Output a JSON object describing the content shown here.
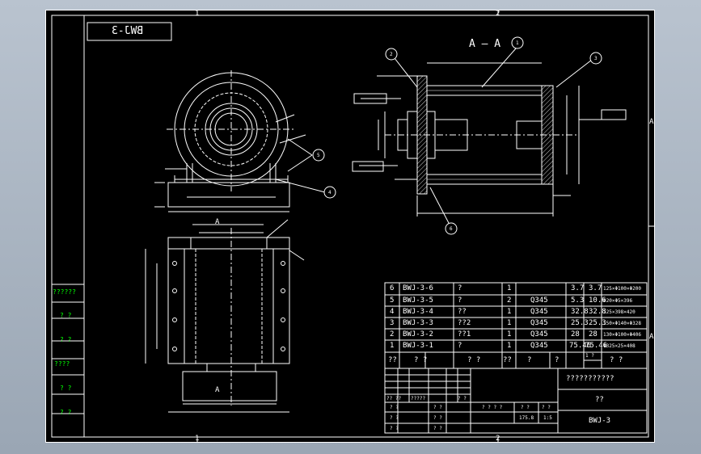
{
  "drawing": {
    "title_box_mirrored": "BWJ-3",
    "section_label": "A — A",
    "view_label_top": "A",
    "view_label_bottom": "A",
    "frame_zone_top_left": "1",
    "frame_zone_top_right": "2",
    "frame_zone_bottom_left": "1",
    "frame_zone_bottom_right": "2",
    "frame_zone_right_top": "A",
    "frame_zone_right_bottom": "A",
    "balloons": [
      "1",
      "2",
      "3",
      "4",
      "5",
      "6"
    ]
  },
  "left_strip": [
    "??????",
    "? ?",
    "? ?",
    "????",
    "? ?",
    "? ?"
  ],
  "parts_list": {
    "rows": [
      {
        "no": "6",
        "code": "BWJ-3-6",
        "name": "?",
        "qty": "1",
        "material": "",
        "w1": "3.7",
        "w2": "3.7",
        "spec": "125×Φ100×Φ200"
      },
      {
        "no": "5",
        "code": "BWJ-3-5",
        "name": "?",
        "qty": "2",
        "material": "Q345",
        "w1": "5.3",
        "w2": "10.6",
        "spec": "Φ20×Φ5×396"
      },
      {
        "no": "4",
        "code": "BWJ-3-4",
        "name": "??",
        "qty": "1",
        "material": "Q345",
        "w1": "32.8",
        "w2": "32.8",
        "spec": "125×398×420"
      },
      {
        "no": "3",
        "code": "BWJ-3-3",
        "name": "??2",
        "qty": "1",
        "material": "Q345",
        "w1": "25.3",
        "w2": "25.3",
        "spec": "150×Φ140×Φ328"
      },
      {
        "no": "2",
        "code": "BWJ-3-2",
        "name": "??1",
        "qty": "1",
        "material": "Q345",
        "w1": "28",
        "w2": "28",
        "spec": "130×Φ100×Φ406"
      },
      {
        "no": "1",
        "code": "BWJ-3-1",
        "name": "?",
        "qty": "1",
        "material": "Q345",
        "w1": "75.46",
        "w2": "75.46",
        "spec": "Φ325×25×408"
      }
    ],
    "header": [
      "??",
      "?  ?",
      "?  ?",
      "??",
      "?",
      "?",
      "1 ?",
      "?  ?"
    ]
  },
  "title_block": {
    "title_cn": "???????????",
    "material_cn": "??",
    "drawing_no": "BWJ-3",
    "scale_cells": [
      "? ? ? ?",
      "? ?",
      "? ?"
    ],
    "weight": "175.8",
    "scale": "1:5",
    "sign_rows": [
      "?? ??",
      "?????",
      "? ?",
      "? ?",
      "? ?",
      "? ?",
      "? ?",
      "? ?",
      "? ?"
    ]
  },
  "colors": {
    "background": "#000000",
    "lines": "#ffffff",
    "frame_left_text": "#00ff00",
    "app_bg": "#a8b3c1"
  }
}
